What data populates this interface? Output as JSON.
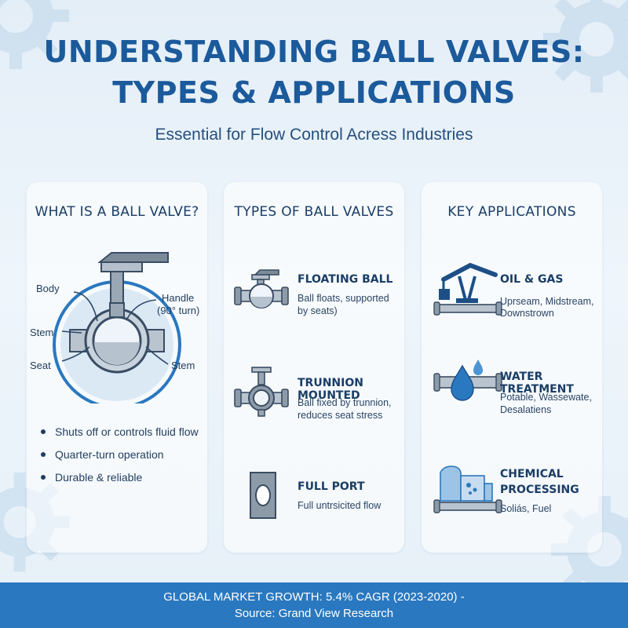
{
  "header": {
    "title_line1": "UNDERSTANDING BALL VALVES:",
    "title_line2": "TYPES & APPLICATIONS",
    "subtitle": "Essential for Flow Control Acress Industries"
  },
  "what_is": {
    "title": "WHAT IS A BALL VALVE?",
    "labels": {
      "body": "Body",
      "handle": "Handle",
      "handle_note": "(90° turn)",
      "stem_left": "Stem",
      "seat": "Seat",
      "stem_right": "Stem"
    },
    "bullets": [
      "Shuts off or controls fluid flow",
      "Quarter-turn operation",
      "Durable & reliable"
    ]
  },
  "types": {
    "title": "TYPES OF BALL VALVES",
    "items": [
      {
        "name": "FLOATING BALL",
        "desc1": "Ball floats, supported",
        "desc2": "by seats)",
        "icon": "floating-ball-valve-icon"
      },
      {
        "name": "TRUNNION MOUNTED",
        "desc1": "Ball fixed by trunnion,",
        "desc2": "reduces seat stress",
        "icon": "trunnion-valve-icon"
      },
      {
        "name": "FULL PORT",
        "desc1": "Full untrsicited flow",
        "desc2": "",
        "icon": "full-port-icon"
      }
    ]
  },
  "applications": {
    "title": "KEY APPLICATIONS",
    "items": [
      {
        "name": "OIL & GAS",
        "name2": "",
        "desc1": "Uprseam, Midstream,",
        "desc2": "Downstrown",
        "icon": "pumpjack-icon"
      },
      {
        "name": "WATER TREATMENT",
        "name2": "",
        "desc1": "Potable, Wassewate,",
        "desc2": "Desalatiens",
        "icon": "water-drop-pipe-icon"
      },
      {
        "name": "CHEMICAL",
        "name2": "PROCESSING",
        "desc1": "Soliás, Fuel",
        "desc2": "",
        "icon": "chemical-plant-icon"
      }
    ]
  },
  "footer": {
    "line1": "GLOBAL MARKET GROWTH: 5.4% CAGR (2023-2020) -",
    "line2": "Source: Grand View Research"
  },
  "colors": {
    "primary": "#1b5a9b",
    "footer": "#2a78bf",
    "card": "#ffffff",
    "accent_light": "#9cc4e6"
  }
}
